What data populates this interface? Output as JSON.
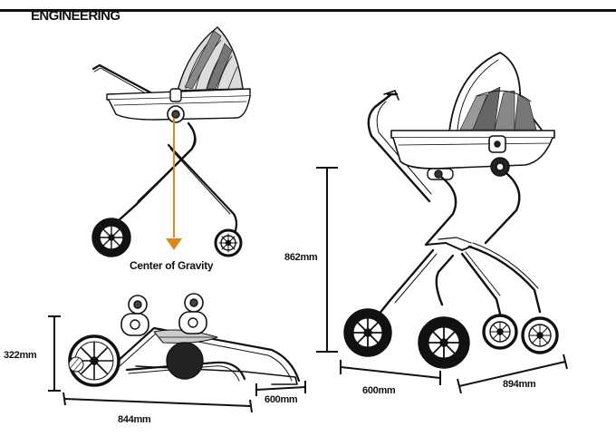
{
  "heading": "ENGINEERING",
  "center_of_gravity_label": "Center of Gravity",
  "dimensions": {
    "folded_height": "322mm",
    "folded_length": "844mm",
    "folded_width": "600mm",
    "open_height": "862mm",
    "open_width": "600mm",
    "open_length": "894mm"
  },
  "colors": {
    "gravity_arrow": "#d98a18",
    "line": "#111111",
    "canopy_shade": "#555555"
  }
}
